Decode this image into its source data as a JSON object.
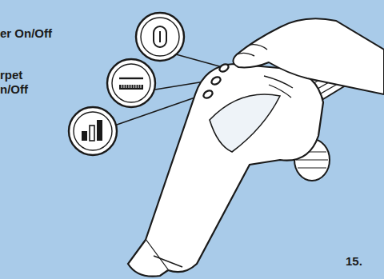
{
  "diagram": {
    "labels": [
      "er On/Off",
      "rpet n/Off",
      "15."
    ]
  }
}
